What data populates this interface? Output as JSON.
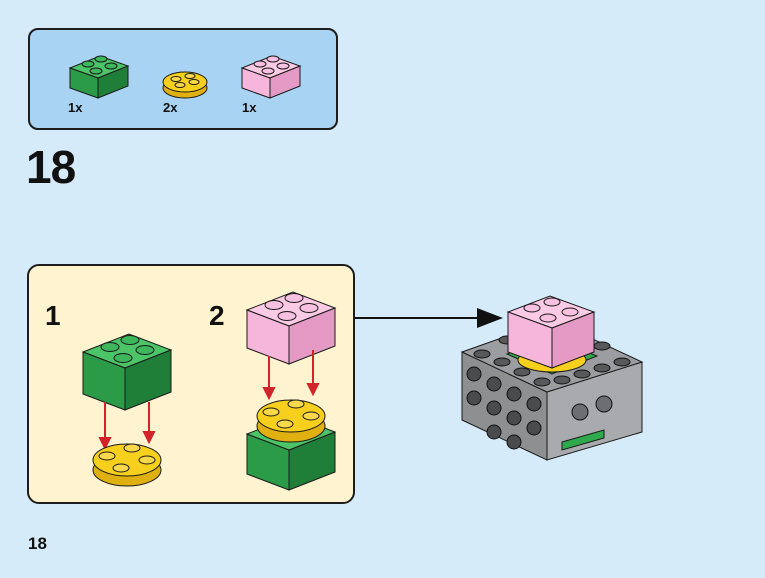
{
  "parts_list": {
    "items": [
      {
        "color": "green",
        "qty": "1x"
      },
      {
        "color": "yellow",
        "qty": "2x"
      },
      {
        "color": "pink",
        "qty": "1x"
      }
    ]
  },
  "step": {
    "number": "18",
    "substeps": [
      {
        "number": "1"
      },
      {
        "number": "2"
      }
    ]
  },
  "page": {
    "number": "18"
  },
  "colors": {
    "background": "#d6ebfa",
    "parts_box": "#a9d3f3",
    "substep_box": "#fff4cf",
    "green": "#2eaa4d",
    "yellow": "#f7cf1d",
    "pink": "#f6b6dc",
    "gray": "#8e8f91",
    "arrow_red": "#d2232a"
  }
}
